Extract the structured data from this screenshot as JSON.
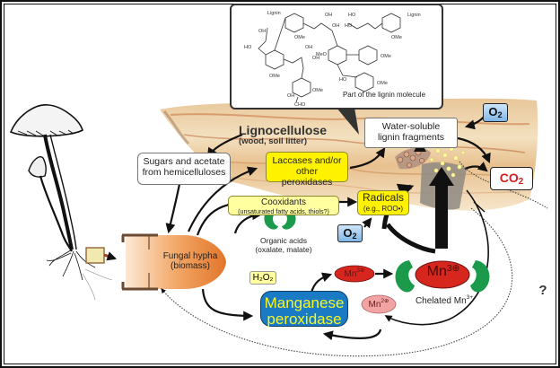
{
  "figure": {
    "lignin_molecule_caption": "Part of the lignin molecule",
    "lignin_molecule_groups": [
      "Lignin",
      "Lignin",
      "OH",
      "HO",
      "HO",
      "OH",
      "OMe",
      "OMe",
      "MeO",
      "OMe",
      "HO",
      "OH",
      "OH",
      "OMe",
      "HO",
      "OMe",
      "OMe",
      "OH",
      "CHO"
    ],
    "lignocellulose_title": "Lignocellulose",
    "lignocellulose_subtitle": "(wood, soil litter)",
    "sugars_label_line1": "Sugars and acetate",
    "sugars_label_line2": "from hemicelluloses",
    "laccases_label_line1": "Laccases and/or",
    "laccases_label_line2": "other peroxidases",
    "water_soluble_line1": "Water-soluble",
    "water_soluble_line2": "lignin fragments",
    "o2_label": "O",
    "o2_sub": "2",
    "co2_label": "CO",
    "co2_sub": "2",
    "cooxidants_title": "Cooxidants",
    "cooxidants_subtitle": "(unsaturated fatty acids, thiols?)",
    "radicals_title": "Radicals",
    "radicals_subtitle": "(e.g., ROO•)",
    "fungal_hypha_line1": "Fungal hypha",
    "fungal_hypha_line2": "(biomass)",
    "organic_acids_line1": "Organic acids",
    "organic_acids_line2": "(oxalate, malate)",
    "h2o2_label": "H₂O₂",
    "mn3_small_label": "Mn",
    "mn3_small_charge": "3⊕",
    "mn2_label": "Mn",
    "mn2_charge": "2⊕",
    "mn3_chelated_label": "Mn",
    "mn3_chelated_charge": "3⊕",
    "chelated_caption": "Chelated Mn",
    "chelated_caption_sup": "3+",
    "manganese_line1": "Manganese",
    "manganese_line2": "peroxidase",
    "question_mark": "?"
  },
  "colors": {
    "hypha_orange": "#e98a3c",
    "chelator_green": "#1a9a4a",
    "mn3_red": "#d6261e",
    "mn2_pink": "#f2a3a3",
    "mnp_blue": "#1a7bc4",
    "mnp_text_yellow": "#f4f72a",
    "yellow_box": "#fff200",
    "co2_red": "#d42020"
  }
}
